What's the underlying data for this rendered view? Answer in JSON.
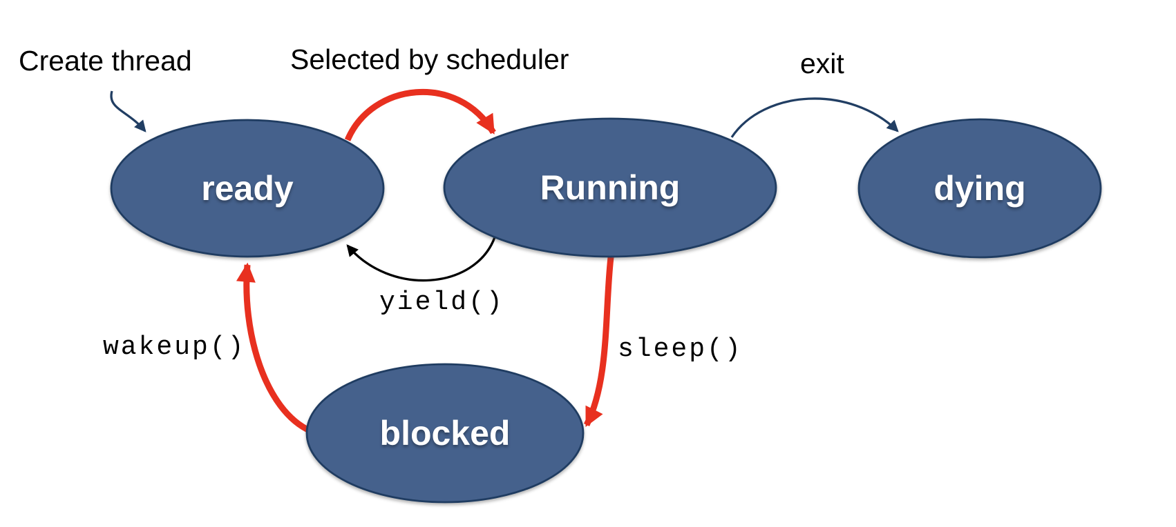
{
  "diagram_type": "thread-state-diagram",
  "colors": {
    "background": "#ffffff",
    "node_fill": "#45618c",
    "node_border": "#1f3c61",
    "node_text": "#ffffff",
    "red_arrow": "#e8301f",
    "navy_arrow": "#213e63",
    "black_arrow": "#000000",
    "label_text": "#000000"
  },
  "nodes": [
    {
      "id": "ready",
      "label": "ready"
    },
    {
      "id": "running",
      "label": "Running"
    },
    {
      "id": "dying",
      "label": "dying"
    },
    {
      "id": "blocked",
      "label": "blocked"
    }
  ],
  "edges": [
    {
      "id": "create",
      "label": "Create thread",
      "from": "external",
      "to": "ready",
      "color": "#213e63"
    },
    {
      "id": "selected",
      "label": "Selected by scheduler",
      "from": "ready",
      "to": "running",
      "color": "#e8301f"
    },
    {
      "id": "exit",
      "label": "exit",
      "from": "running",
      "to": "dying",
      "color": "#213e63"
    },
    {
      "id": "yield",
      "label": "yield()",
      "from": "running",
      "to": "ready",
      "color": "#000000"
    },
    {
      "id": "sleep",
      "label": "sleep()",
      "from": "running",
      "to": "blocked",
      "color": "#e8301f"
    },
    {
      "id": "wakeup",
      "label": "wakeup()",
      "from": "blocked",
      "to": "ready",
      "color": "#e8301f"
    }
  ]
}
